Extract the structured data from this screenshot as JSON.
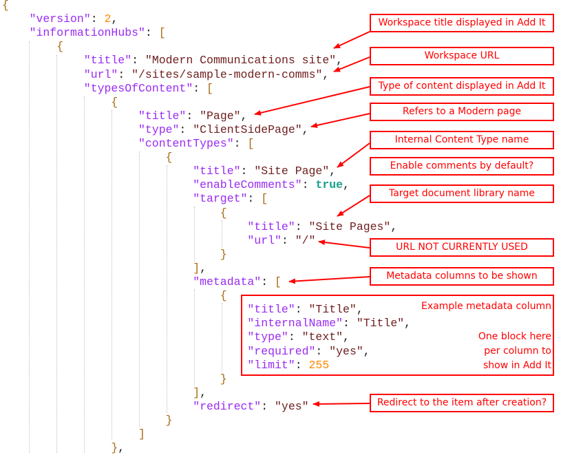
{
  "code_lines": [
    {
      "indent": 0,
      "tokens": [
        [
          "br",
          "{"
        ]
      ]
    },
    {
      "indent": 1,
      "tokens": [
        [
          "k",
          "\"version\""
        ],
        [
          "p",
          ": "
        ],
        [
          "n",
          "2"
        ],
        [
          "p",
          ","
        ]
      ]
    },
    {
      "indent": 1,
      "tokens": [
        [
          "k",
          "\"informationHubs\""
        ],
        [
          "p",
          ": "
        ],
        [
          "br",
          "["
        ]
      ]
    },
    {
      "indent": 2,
      "tokens": [
        [
          "br",
          "{"
        ]
      ]
    },
    {
      "indent": 3,
      "tokens": [
        [
          "k",
          "\"title\""
        ],
        [
          "p",
          ": "
        ],
        [
          "s",
          "\"Modern Communications site\""
        ],
        [
          "p",
          ","
        ]
      ]
    },
    {
      "indent": 3,
      "tokens": [
        [
          "k",
          "\"url\""
        ],
        [
          "p",
          ": "
        ],
        [
          "s",
          "\"/sites/sample-modern-comms\""
        ],
        [
          "p",
          ","
        ]
      ]
    },
    {
      "indent": 3,
      "tokens": [
        [
          "k",
          "\"typesOfContent\""
        ],
        [
          "p",
          ": "
        ],
        [
          "br",
          "["
        ]
      ]
    },
    {
      "indent": 4,
      "tokens": [
        [
          "br",
          "{"
        ]
      ]
    },
    {
      "indent": 5,
      "tokens": [
        [
          "k",
          "\"title\""
        ],
        [
          "p",
          ": "
        ],
        [
          "s",
          "\"Page\""
        ],
        [
          "p",
          ","
        ]
      ]
    },
    {
      "indent": 5,
      "tokens": [
        [
          "k",
          "\"type\""
        ],
        [
          "p",
          ": "
        ],
        [
          "s",
          "\"ClientSidePage\""
        ],
        [
          "p",
          ","
        ]
      ]
    },
    {
      "indent": 5,
      "tokens": [
        [
          "k",
          "\"contentTypes\""
        ],
        [
          "p",
          ": "
        ],
        [
          "br",
          "["
        ]
      ]
    },
    {
      "indent": 6,
      "tokens": [
        [
          "br",
          "{"
        ]
      ]
    },
    {
      "indent": 7,
      "tokens": [
        [
          "k",
          "\"title\""
        ],
        [
          "p",
          ": "
        ],
        [
          "s",
          "\"Site Page\""
        ],
        [
          "p",
          ","
        ]
      ]
    },
    {
      "indent": 7,
      "tokens": [
        [
          "k",
          "\"enableComments\""
        ],
        [
          "p",
          ": "
        ],
        [
          "b",
          "true"
        ],
        [
          "p",
          ","
        ]
      ]
    },
    {
      "indent": 7,
      "tokens": [
        [
          "k",
          "\"target\""
        ],
        [
          "p",
          ": "
        ],
        [
          "br",
          "["
        ]
      ]
    },
    {
      "indent": 8,
      "tokens": [
        [
          "br",
          "{"
        ]
      ]
    },
    {
      "indent": 9,
      "tokens": [
        [
          "k",
          "\"title\""
        ],
        [
          "p",
          ": "
        ],
        [
          "s",
          "\"Site Pages\""
        ],
        [
          "p",
          ","
        ]
      ]
    },
    {
      "indent": 9,
      "tokens": [
        [
          "k",
          "\"url\""
        ],
        [
          "p",
          ": "
        ],
        [
          "s",
          "\"/\""
        ]
      ]
    },
    {
      "indent": 8,
      "tokens": [
        [
          "br",
          "}"
        ]
      ]
    },
    {
      "indent": 7,
      "tokens": [
        [
          "br",
          "]"
        ],
        [
          "p",
          ","
        ]
      ]
    },
    {
      "indent": 7,
      "tokens": [
        [
          "k",
          "\"metadata\""
        ],
        [
          "p",
          ": "
        ],
        [
          "br",
          "["
        ]
      ]
    },
    {
      "indent": 8,
      "tokens": [
        [
          "br",
          "{"
        ]
      ]
    },
    {
      "indent": 9,
      "tokens": [
        [
          "k",
          "\"title\""
        ],
        [
          "p",
          ": "
        ],
        [
          "s",
          "\"Title\""
        ],
        [
          "p",
          ","
        ]
      ]
    },
    {
      "indent": 9,
      "tokens": [
        [
          "k",
          "\"internalName\""
        ],
        [
          "p",
          ": "
        ],
        [
          "s",
          "\"Title\""
        ],
        [
          "p",
          ","
        ]
      ]
    },
    {
      "indent": 9,
      "tokens": [
        [
          "k",
          "\"type\""
        ],
        [
          "p",
          ": "
        ],
        [
          "s",
          "\"text\""
        ],
        [
          "p",
          ","
        ]
      ]
    },
    {
      "indent": 9,
      "tokens": [
        [
          "k",
          "\"required\""
        ],
        [
          "p",
          ": "
        ],
        [
          "s",
          "\"yes\""
        ],
        [
          "p",
          ","
        ]
      ]
    },
    {
      "indent": 9,
      "tokens": [
        [
          "k",
          "\"limit\""
        ],
        [
          "p",
          ": "
        ],
        [
          "n",
          "255"
        ]
      ]
    },
    {
      "indent": 8,
      "tokens": [
        [
          "br",
          "}"
        ]
      ]
    },
    {
      "indent": 7,
      "tokens": [
        [
          "br",
          "]"
        ],
        [
          "p",
          ","
        ]
      ]
    },
    {
      "indent": 7,
      "tokens": [
        [
          "k",
          "\"redirect\""
        ],
        [
          "p",
          ": "
        ],
        [
          "s",
          "\"yes\""
        ]
      ]
    },
    {
      "indent": 6,
      "tokens": [
        [
          "br",
          "}"
        ]
      ]
    },
    {
      "indent": 5,
      "tokens": [
        [
          "br",
          "]"
        ]
      ]
    },
    {
      "indent": 4,
      "tokens": [
        [
          "br",
          "}"
        ],
        [
          "p",
          ","
        ]
      ]
    }
  ],
  "annotations": {
    "workspace_title": "Workspace title displayed in Add It",
    "workspace_url": "Workspace URL",
    "type_of_content": "Type of content displayed in Add It",
    "modern_page": "Refers to a Modern page",
    "content_type_name": "Internal Content Type name",
    "enable_comments": "Enable comments by default?",
    "target_library": "Target document library name",
    "url_not_used": "URL NOT CURRENTLY USED",
    "metadata_columns": "Metadata columns to be shown",
    "example_column": "Example metadata column",
    "one_block_1": "One block here",
    "one_block_2": "per column to",
    "one_block_3": "show in Add It",
    "redirect": "Redirect to the item after creation?"
  },
  "colors": {
    "annotation": "#ff0000",
    "key": "#9a2bf2",
    "string": "#6e1d1d",
    "number": "#ff8a00",
    "boolean": "#16a089"
  }
}
